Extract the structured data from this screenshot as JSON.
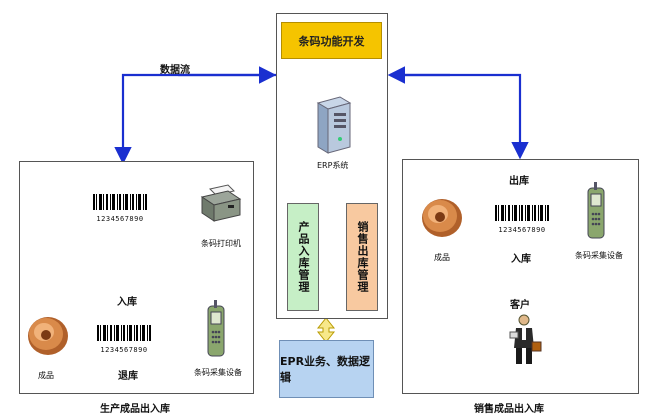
{
  "center": {
    "barcode_dev": "条码功能开发",
    "erp_system": "ERP系统",
    "product_inout": "产品入库管理",
    "sales_out": "销售出库管理",
    "epr_box": "EPR业务、数据逻辑"
  },
  "top": {
    "dataflow": "数据流"
  },
  "left_panel": {
    "printer": "条码打印机",
    "in_label": "入库",
    "out_label": "退库",
    "scanner": "条码采集设备",
    "product": "成品",
    "barcode_top": "1234567890",
    "barcode_bottom": "1234567890",
    "caption": "生产成品出入库"
  },
  "right_panel": {
    "out_label": "出库",
    "in_label": "入库",
    "product": "成品",
    "scanner": "条码采集设备",
    "customer": "客户",
    "barcode": "1234567890",
    "caption": "销售成品出入库"
  },
  "colors": {
    "blue_arrow": "#1a2fd0",
    "orange_arrow": "#f0a020",
    "red_arrow": "#d01010",
    "yellow_box": "#f5c400",
    "green_box": "#c6efc6",
    "peach_box": "#f8c9a0",
    "blue_box": "#b7d3f1"
  }
}
